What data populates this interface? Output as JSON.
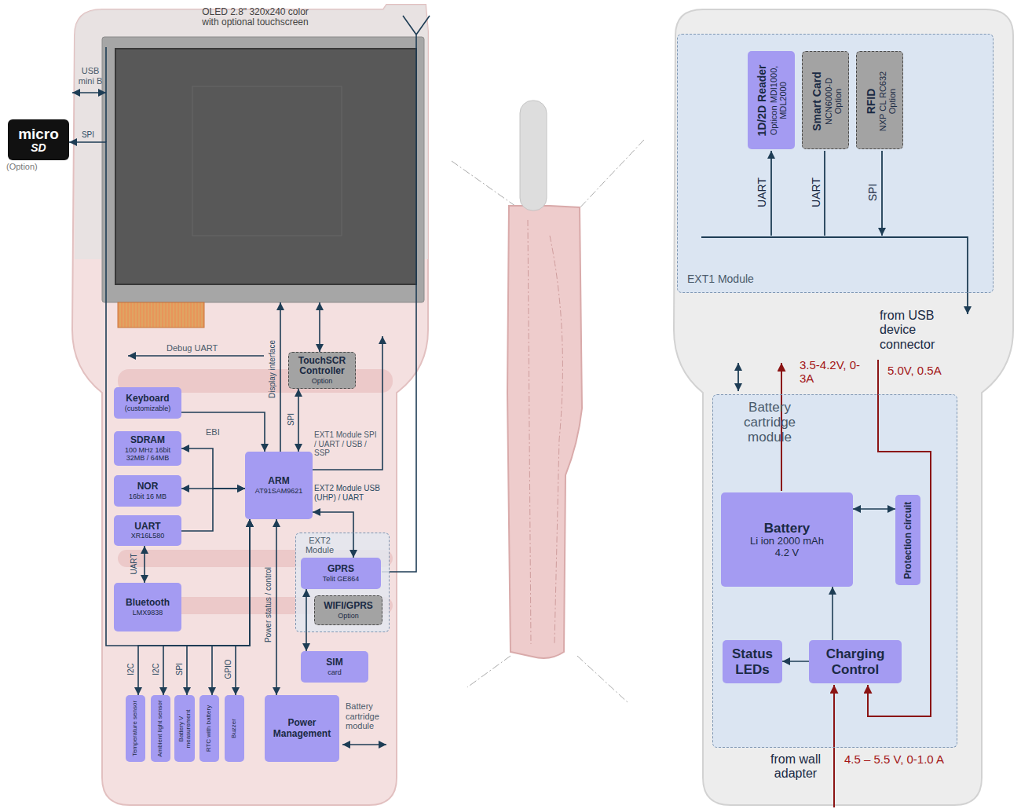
{
  "diagram": {
    "nodes": [
      {
        "text": [
          "OLED 2.8\" 320x240 color with optional touchscreen"
        ]
      },
      {
        "text": [
          "micro",
          "SD"
        ]
      },
      {
        "text": [
          "Keyboard",
          "(customizable)"
        ]
      },
      {
        "text": [
          "SDRAM",
          "100 MHz 16bit 32MB / 64MB"
        ]
      },
      {
        "text": [
          "NOR",
          "16bit 16 MB"
        ]
      },
      {
        "text": [
          "UART",
          "XR16L580"
        ]
      },
      {
        "text": [
          "Bluetooth",
          "LMX9838"
        ]
      },
      {
        "text": [
          "TouchSCR Controller",
          "Option"
        ]
      },
      {
        "text": [
          "ARM",
          "AT91SAM9621"
        ]
      },
      {
        "text": [
          "EXT2 Module"
        ]
      },
      {
        "text": [
          "GPRS",
          "Telit GE864"
        ],
        "in": 9
      },
      {
        "text": [
          "WIFI/GPRS",
          "Option"
        ],
        "in": 9
      },
      {
        "text": [
          "SIM",
          "card"
        ]
      },
      {
        "text": [
          "Temperature sensor"
        ]
      },
      {
        "text": [
          "Ambient light sensor"
        ]
      },
      {
        "text": [
          "Battery V measurement"
        ]
      },
      {
        "text": [
          "RTC with battery"
        ]
      },
      {
        "text": [
          "Buzzer"
        ]
      },
      {
        "text": [
          "Power Management"
        ]
      },
      {
        "text": [
          "EXT1 Module"
        ]
      },
      {
        "text": [
          "1D/2D Reader",
          "Opticon MDI1000, MDL2000"
        ],
        "in": 19
      },
      {
        "text": [
          "Smart Card",
          "NCN6000-D",
          "Option"
        ],
        "in": 19
      },
      {
        "text": [
          "RFID",
          "NXP CL RC632",
          "Option"
        ],
        "in": 19
      },
      {
        "text": [
          "Battery cartridge module"
        ]
      },
      {
        "text": [
          "Battery",
          "Li ion 2000 mAh",
          "4.2 V"
        ],
        "in": 23
      },
      {
        "text": [
          "Protection circuit"
        ],
        "in": 23
      },
      {
        "text": [
          "Status LEDs"
        ],
        "in": 23
      },
      {
        "text": [
          "Charging Control"
        ],
        "in": 23
      }
    ],
    "edges": [
      {
        "from": 2,
        "to": 8,
        "arrow": "to"
      },
      {
        "from": 3,
        "to": 8,
        "arrow": "both"
      },
      {
        "from": 4,
        "to": 8,
        "arrow": "both"
      },
      {
        "from": 5,
        "to": 8,
        "arrow": "none"
      },
      {
        "from": 5,
        "to": 6,
        "label": "UART",
        "arrow": "both"
      },
      {
        "from": 8,
        "to": 0,
        "label": "Display interface",
        "arrow": "to"
      },
      {
        "from": 8,
        "to": 7,
        "label": "SPI",
        "arrow": "both"
      },
      {
        "from": 7,
        "to": 0,
        "arrow": "both"
      },
      {
        "from": 8,
        "to": 10,
        "label": "EXT2 Module USB (UHP) / UART",
        "arrow": "both"
      },
      {
        "from": 10,
        "to": 12,
        "arrow": "both"
      },
      {
        "from": 8,
        "to": 18,
        "label": "Power status / control",
        "arrow": "both"
      },
      {
        "from": 8,
        "to": 1,
        "label": "SPI",
        "arrow": "to"
      },
      {
        "from": 8,
        "to": 13,
        "label": "I2C",
        "arrow": "both"
      },
      {
        "from": 8,
        "to": 14,
        "label": "I2C",
        "arrow": "both"
      },
      {
        "from": 8,
        "to": 15,
        "label": "SPI",
        "arrow": "both"
      },
      {
        "from": 8,
        "to": 16,
        "arrow": "both"
      },
      {
        "from": 8,
        "to": 17,
        "label": "GPIO",
        "arrow": "to"
      },
      {
        "from": 24,
        "to": 25,
        "arrow": "both"
      },
      {
        "from": 27,
        "to": 24,
        "arrow": "to"
      },
      {
        "from": 27,
        "to": 26,
        "arrow": "to"
      }
    ],
    "labels": [
      "USB mini B",
      "(Option)",
      "Debug UART",
      "EBI",
      "EXT1 Module SPI / UART / USB / SSP",
      "Battery cartridge module",
      "UART",
      "UART",
      "SPI",
      "from USB device connector",
      "5.0V, 0.5A",
      "3.5-4.2V, 0-3A",
      "from wall adapter",
      "4.5 – 5.5 V, 0-1.0 A"
    ]
  }
}
